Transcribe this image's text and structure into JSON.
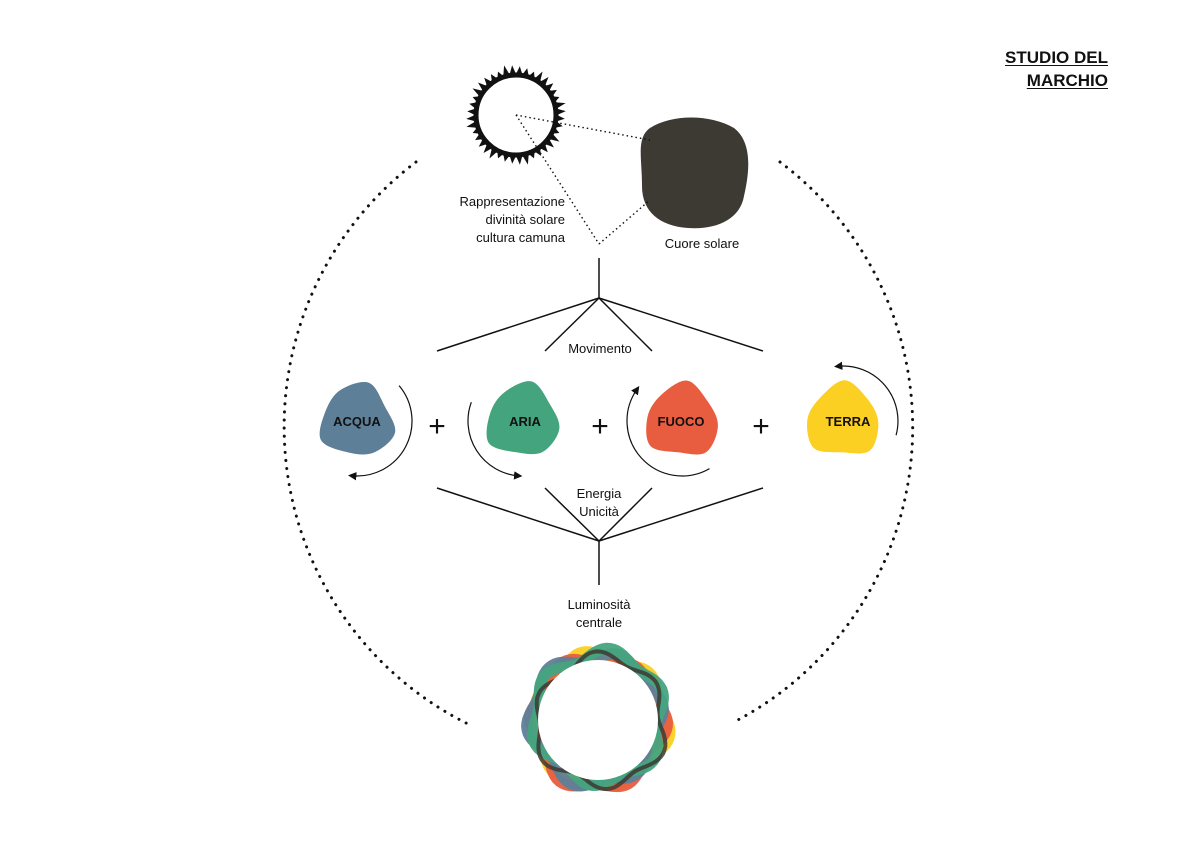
{
  "header": {
    "title_line1": "STUDIO DEL",
    "title_line2": "MARCHIO"
  },
  "labels": {
    "sun_representation": [
      "Rappresentazione",
      "divinità solare",
      "cultura camuna"
    ],
    "solar_heart": "Cuore solare",
    "movement": "Movimento",
    "energy": [
      "Energia",
      "Unicità"
    ],
    "luminosity": [
      "Luminosità",
      "centrale"
    ]
  },
  "elements": [
    {
      "label": "ACQUA",
      "color": "#5d7f98"
    },
    {
      "label": "ARIA",
      "color": "#44a47e"
    },
    {
      "label": "FUOCO",
      "color": "#e85d40"
    },
    {
      "label": "TERRA",
      "color": "#fbd022"
    }
  ],
  "plus_sign": "+",
  "colors": {
    "ink": "#111111",
    "solar_heart": "#3d3a33"
  }
}
